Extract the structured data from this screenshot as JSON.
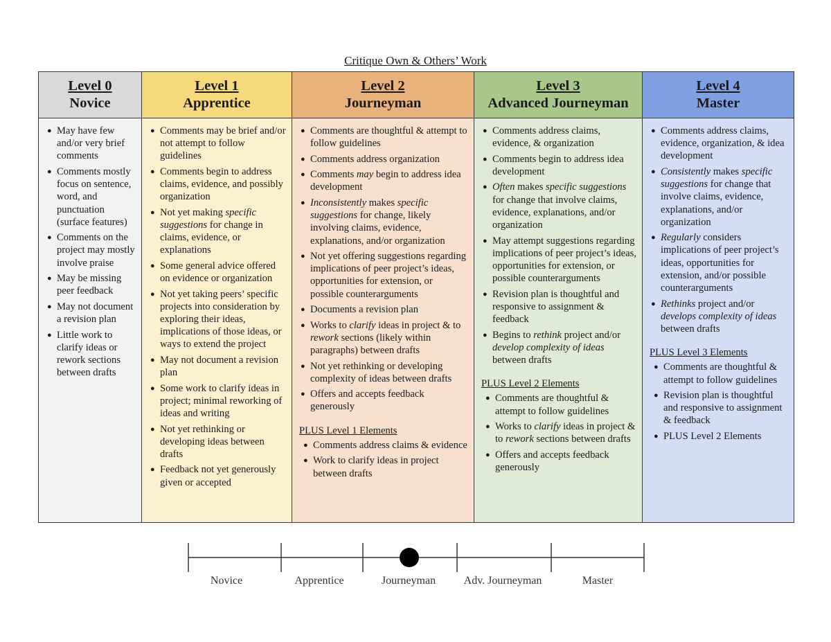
{
  "title": "Critique Own & Others’ Work",
  "colors": {
    "level0_head": "#d9d9d9",
    "level0_body": "#f2f2f2",
    "level1_head": "#f6d97a",
    "level1_body": "#fcf0cf",
    "level2_head": "#e9b27a",
    "level2_body": "#f7e0cc",
    "level3_head": "#a8c88a",
    "level3_body": "#e0ebd6",
    "level4_head": "#7fa1e4",
    "level4_body": "#d3ddf6"
  },
  "levels": [
    {
      "level": "Level 0",
      "name": "Novice",
      "items": [
        "May have few and/or very  brief comments",
        "Comments mostly focus on sentence, word, and punctuation (surface features)",
        "Comments on the project may mostly involve praise",
        "May be missing peer feedback",
        "May not document a revision plan",
        "Little work to clarify ideas or rework sections between drafts"
      ]
    },
    {
      "level": "Level 1",
      "name": "Apprentice",
      "items": [
        "Comments may be brief and/or not attempt to follow guidelines",
        "Comments begin to address claims, evidence, and possibly organization",
        "Not yet making <em>specific suggestions</em> for change in claims, evidence, or explanations",
        "Some general advice offered on evidence or organization",
        "Not yet taking peers’ specific projects into consideration by exploring their ideas, implications of those ideas, or ways to extend the project",
        "May not document a revision plan",
        "Some work to clarify ideas in project; minimal reworking of ideas and writing",
        "Not yet rethinking or developing ideas between drafts",
        "Feedback not yet generously given or accepted"
      ]
    },
    {
      "level": "Level 2",
      "name": "Journeyman",
      "items": [
        "Comments are thoughtful & attempt to follow guidelines",
        "Comments address organization",
        "Comments <em>may</em> begin to address idea development",
        "<em>Inconsistently</em> makes <em>specific suggestions</em> for change, likely involving claims, evidence, explanations, and/or organization",
        "Not yet offering suggestions regarding implications of peer project’s ideas, opportunities for extension, or possible counterarguments",
        "Documents a revision plan",
        "Works to <em>clarify</em> ideas in project &amp; to <em>rework</em> sections (likely within paragraphs) between drafts",
        "Not yet rethinking or developing complexity of ideas between drafts",
        "Offers and accepts feedback generously"
      ],
      "plus_heading": "PLUS Level 1 Elements",
      "plus_items": [
        "Comments address claims &amp; evidence",
        "Work to clarify ideas in project between drafts"
      ]
    },
    {
      "level": "Level 3",
      "name": "Advanced Journeyman",
      "items": [
        "Comments address claims, evidence, &amp; organization",
        "Comments begin to address idea development",
        "<em>Often</em> makes <em>specific suggestions</em> for change that involve claims, evidence, explanations, and/or organization",
        "May attempt suggestions regarding implications of peer project’s ideas, opportunities for extension, or possible counterarguments",
        "Revision plan is thoughtful and responsive to assignment &amp; feedback",
        "Begins to <em>rethink</em> project and/or <em>develop complexity of  ideas</em> between drafts"
      ],
      "plus_heading": "PLUS Level 2 Elements",
      "plus_items": [
        "Comments are thoughtful &amp; attempt to follow guidelines",
        "Works to <em>clarify</em> ideas in project &amp; to <em>rework</em> sections between drafts",
        "Offers and accepts feedback generously"
      ]
    },
    {
      "level": "Level 4",
      "name": "Master",
      "items": [
        "Comments address claims, evidence, organization, &amp; idea development",
        "<em>Consistently</em> makes <em>specific suggestions</em> for change that involve claims, evidence, explanations, and/or organization",
        "<em>Regularly</em> considers implications of peer project’s ideas, opportunities for extension, and/or possible counterarguments",
        "<em>Rethinks</em> project and/or <em>develops complexity of ideas</em> between drafts"
      ],
      "plus_heading": "PLUS Level 3 Elements",
      "plus_items": [
        "Comments are thoughtful &amp; attempt to follow guidelines",
        "Revision plan is thoughtful and responsive to assignment &amp; feedback",
        "PLUS Level 2 Elements"
      ]
    }
  ],
  "scale": {
    "labels": [
      "Novice",
      "Apprentice",
      "Journeyman",
      "Adv. Journeyman",
      "Master"
    ],
    "marker_label": "Journeyman"
  }
}
